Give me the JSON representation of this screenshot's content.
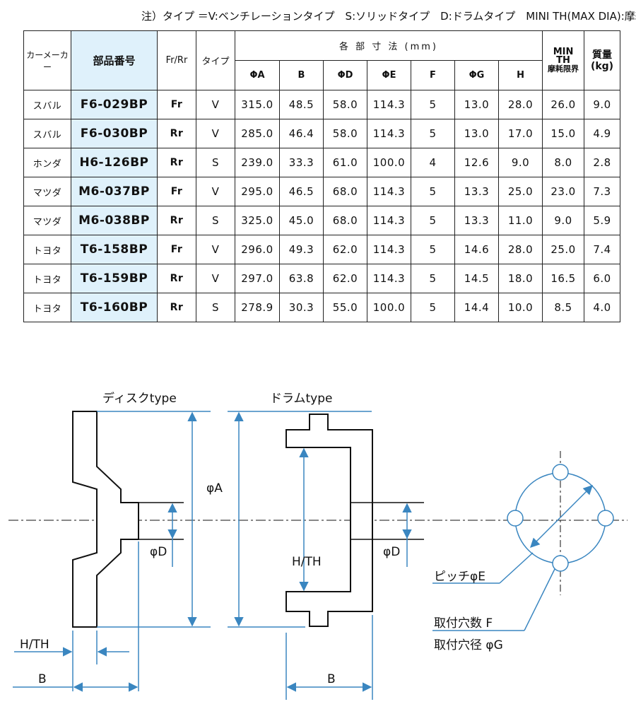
{
  "note": "注）タイプ ＝V:ベンチレーションタイプ　S:ソリッドタイプ　D:ドラムタイプ　MINI TH(MAX DIA):摩耗限界",
  "table": {
    "headers": {
      "maker": "カーメーカー",
      "part": "部品番号",
      "frrr": "Fr/Rr",
      "type": "タイプ",
      "dims": "各 部 寸 法 (mm)",
      "min_line1": "MIN",
      "min_line2": "TH",
      "min_line3": "摩耗限界",
      "mass_line1": "質量",
      "mass_line2": "(kg)",
      "phiA": "ΦA",
      "B": "B",
      "phiD": "ΦD",
      "phiE": "ΦE",
      "F": "F",
      "phiG": "ΦG",
      "H": "H"
    },
    "rows": [
      {
        "maker": "スバル",
        "part": "F6-029BP",
        "frrr": "Fr",
        "type": "V",
        "A": "315.0",
        "B": "48.5",
        "D": "58.0",
        "E": "114.3",
        "F": "5",
        "G": "13.0",
        "H": "28.0",
        "min": "26.0",
        "kg": "9.0"
      },
      {
        "maker": "スバル",
        "part": "F6-030BP",
        "frrr": "Rr",
        "type": "V",
        "A": "285.0",
        "B": "46.4",
        "D": "58.0",
        "E": "114.3",
        "F": "5",
        "G": "13.0",
        "H": "17.0",
        "min": "15.0",
        "kg": "4.9"
      },
      {
        "maker": "ホンダ",
        "part": "H6-126BP",
        "frrr": "Rr",
        "type": "S",
        "A": "239.0",
        "B": "33.3",
        "D": "61.0",
        "E": "100.0",
        "F": "4",
        "G": "12.6",
        "H": "9.0",
        "min": "8.0",
        "kg": "2.8"
      },
      {
        "maker": "マツダ",
        "part": "M6-037BP",
        "frrr": "Fr",
        "type": "V",
        "A": "295.0",
        "B": "46.5",
        "D": "68.0",
        "E": "114.3",
        "F": "5",
        "G": "13.3",
        "H": "25.0",
        "min": "23.0",
        "kg": "7.3"
      },
      {
        "maker": "マツダ",
        "part": "M6-038BP",
        "frrr": "Rr",
        "type": "S",
        "A": "325.0",
        "B": "45.0",
        "D": "68.0",
        "E": "114.3",
        "F": "5",
        "G": "13.3",
        "H": "11.0",
        "min": "9.0",
        "kg": "5.9"
      },
      {
        "maker": "トヨタ",
        "part": "T6-158BP",
        "frrr": "Fr",
        "type": "V",
        "A": "296.0",
        "B": "49.3",
        "D": "62.0",
        "E": "114.3",
        "F": "5",
        "G": "14.6",
        "H": "28.0",
        "min": "25.0",
        "kg": "7.4"
      },
      {
        "maker": "トヨタ",
        "part": "T6-159BP",
        "frrr": "Rr",
        "type": "V",
        "A": "297.0",
        "B": "63.8",
        "D": "62.0",
        "E": "114.3",
        "F": "5",
        "G": "14.5",
        "H": "18.0",
        "min": "16.5",
        "kg": "6.0"
      },
      {
        "maker": "トヨタ",
        "part": "T6-160BP",
        "frrr": "Rr",
        "type": "S",
        "A": "278.9",
        "B": "30.3",
        "D": "55.0",
        "E": "100.0",
        "F": "5",
        "G": "14.4",
        "H": "10.0",
        "min": "8.5",
        "kg": "4.0"
      }
    ]
  },
  "diagram": {
    "disc_title": "ディスクtype",
    "drum_title": "ドラムtype",
    "phiA": "φA",
    "phiD_left": "φD",
    "phiD_right": "φD",
    "h_th_drum": "H/TH",
    "h_th_bottom": "H/TH",
    "b_left": "B",
    "b_right": "B",
    "pitch": "ピッチφE",
    "holes_count": "取付穴数 F",
    "holes_dia": "取付穴径 φG"
  },
  "colors": {
    "dimension_line": "#3a86c0",
    "part_cell_bg": "#dff1fb",
    "outline": "#111111"
  }
}
